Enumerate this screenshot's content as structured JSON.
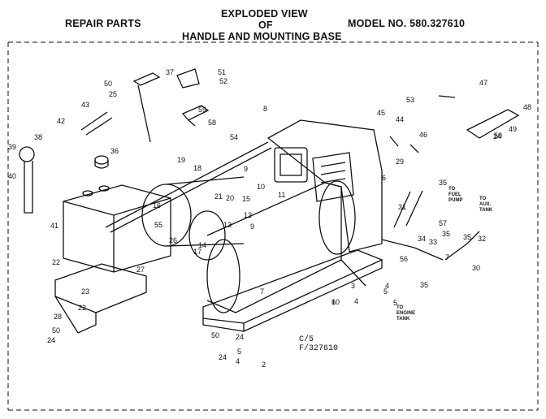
{
  "header": {
    "repair_parts": "REPAIR PARTS",
    "title_line1": "EXPLODED VIEW",
    "title_line2": "OF",
    "title_line3": "HANDLE AND MOUNTING BASE",
    "model": "MODEL NO. 580.327610"
  },
  "callouts": [
    "1",
    "2",
    "3",
    "4",
    "4",
    "4",
    "5",
    "5",
    "5",
    "6",
    "7",
    "7",
    "8",
    "9",
    "9",
    "10",
    "11",
    "12",
    "13",
    "14",
    "15",
    "16",
    "17",
    "18",
    "19",
    "20",
    "21",
    "22",
    "22",
    "23",
    "24",
    "24",
    "24",
    "24",
    "25",
    "26",
    "27",
    "28",
    "29",
    "30",
    "31",
    "32",
    "33",
    "34",
    "35",
    "35",
    "35",
    "35",
    "36",
    "37",
    "38",
    "39",
    "40",
    "41",
    "42",
    "43",
    "44",
    "45",
    "46",
    "47",
    "48",
    "49",
    "50",
    "50",
    "50",
    "50",
    "51",
    "52",
    "53",
    "54",
    "55",
    "56",
    "57",
    "58",
    "59",
    "60"
  ],
  "notes": {
    "fuel_pump": "TO FUEL PUMP",
    "aux_tank": "TO AUX. TANK",
    "engine_tank": "TO ENGINE TANK"
  },
  "codes": {
    "cs": "C/5",
    "f": "F/327610"
  }
}
